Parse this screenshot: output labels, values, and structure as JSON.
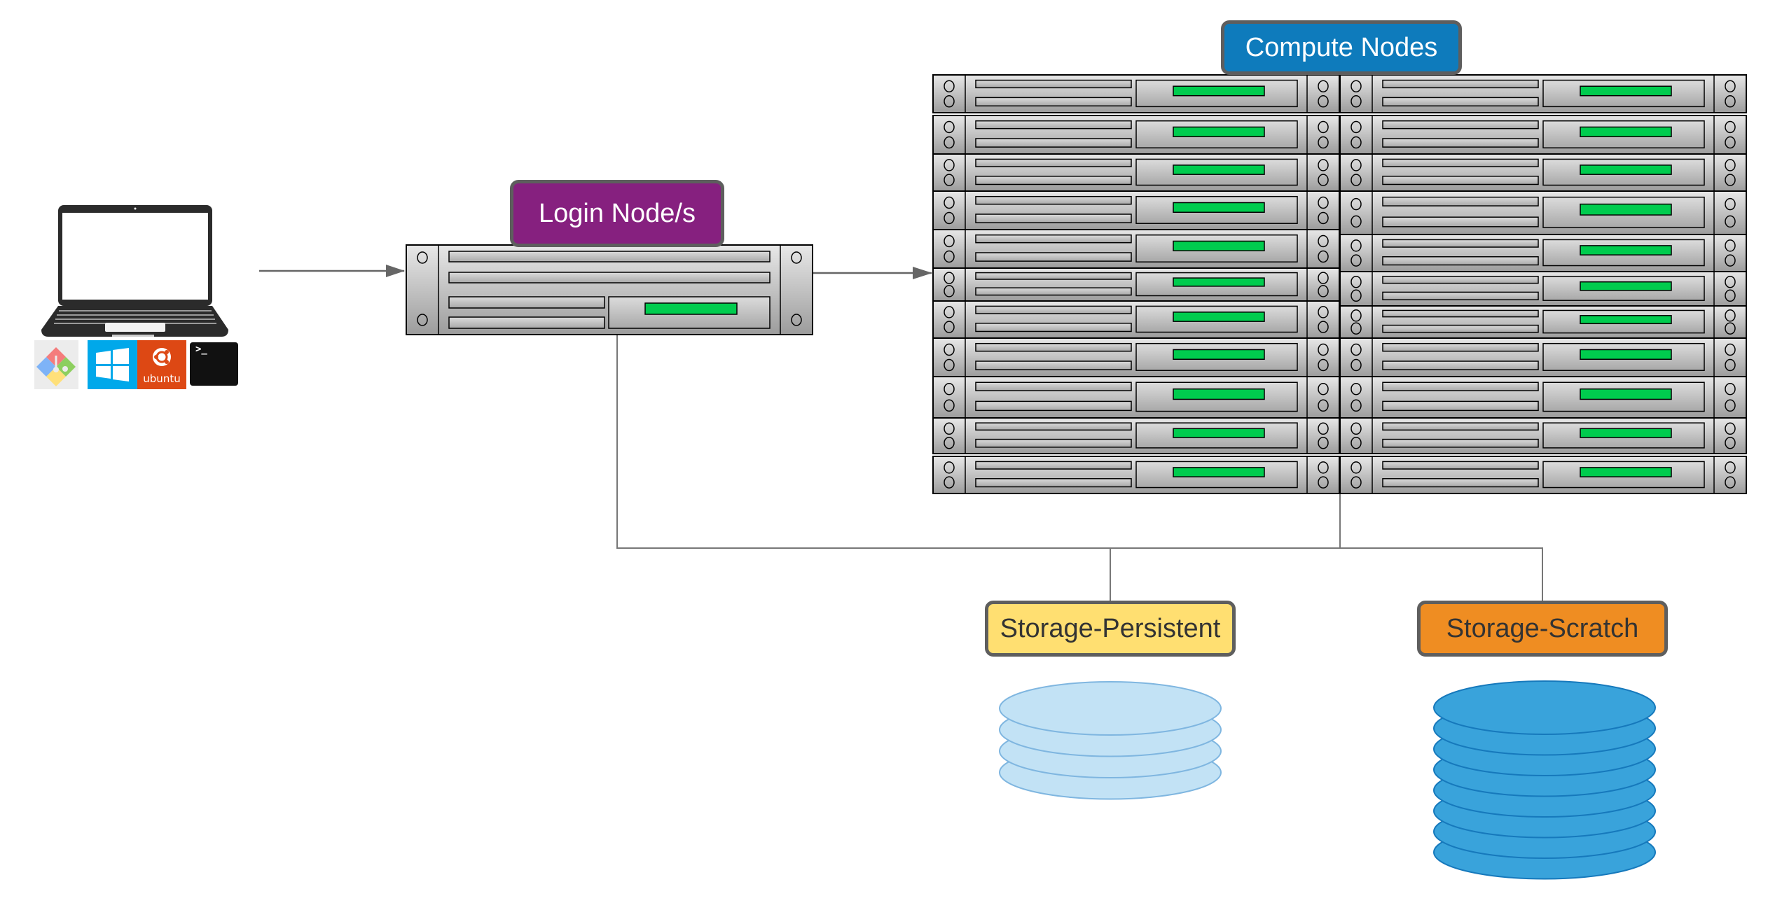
{
  "diagram": {
    "title": "HPC cluster architecture",
    "client": {
      "device": "laptop-icon",
      "os_icons": [
        {
          "name": "git-icon",
          "label": ""
        },
        {
          "name": "windows-icon",
          "label": ""
        },
        {
          "name": "ubuntu-icon",
          "label": "ubuntu"
        },
        {
          "name": "terminal-icon",
          "label": ">_"
        }
      ]
    },
    "nodes": {
      "login": {
        "label": "Login Node/s",
        "count": 1
      },
      "compute": {
        "label": "Compute Nodes",
        "rows": 11,
        "columns": 2
      },
      "storage_persistent": {
        "label": "Storage-Persistent",
        "disks": 4
      },
      "storage_scratch": {
        "label": "Storage-Scratch",
        "disks": 8
      }
    },
    "edges": [
      {
        "from": "client",
        "to": "login",
        "type": "arrow"
      },
      {
        "from": "login",
        "to": "compute",
        "type": "arrow"
      },
      {
        "from": "login",
        "to": "storage_persistent",
        "type": "line"
      },
      {
        "from": "compute",
        "to": "storage_persistent",
        "type": "line"
      },
      {
        "from": "compute",
        "to": "storage_scratch",
        "type": "line"
      }
    ],
    "colors": {
      "login": "#86207F",
      "compute": "#0E7BBC",
      "persistent": "#FFDF71",
      "scratch": "#EF8D22",
      "led": "#00CC4E",
      "persistent_disk": "#C2E2F5",
      "scratch_disk": "#39A3DB"
    }
  }
}
